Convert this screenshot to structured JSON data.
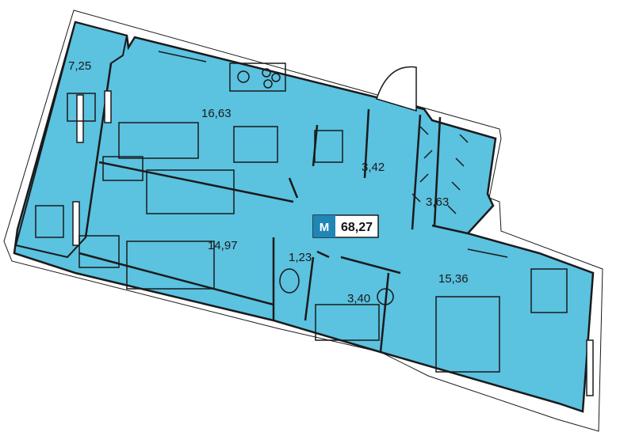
{
  "colors": {
    "floor": "#5bc2e0",
    "wall": "#1a1a1a",
    "background": "#ffffff",
    "badge_accent": "#1f86b5",
    "badge_text_light": "#ffffff",
    "badge_text_dark": "#111111"
  },
  "plan": {
    "total_area_badge": {
      "code": "М",
      "value": "68,27"
    },
    "rooms": [
      {
        "id": "loggia",
        "area": "7,25"
      },
      {
        "id": "kitchen-living",
        "area": "16,63"
      },
      {
        "id": "hall",
        "area": "3,42"
      },
      {
        "id": "wardrobe",
        "area": "3,63"
      },
      {
        "id": "bedroom-left",
        "area": "14,97"
      },
      {
        "id": "toilet",
        "area": "1,23"
      },
      {
        "id": "bathroom",
        "area": "3,40"
      },
      {
        "id": "bedroom-right",
        "area": "15,36"
      }
    ]
  }
}
